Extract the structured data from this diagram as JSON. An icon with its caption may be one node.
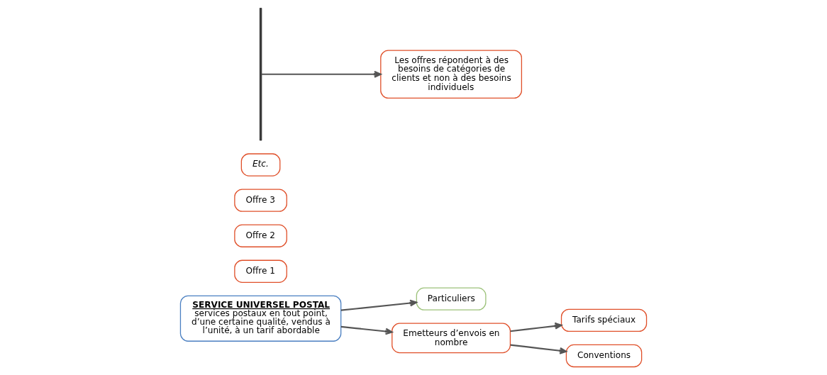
{
  "diagram": {
    "nodes": [
      {
        "text": [
          "SERVICE UNIVERSEL POSTAL",
          "services postaux en tout point, d’une certaine qualité, vendus à l’unité, à un tarif abordable"
        ]
      },
      {
        "text": [
          "Particuliers"
        ]
      },
      {
        "text": [
          "Emetteurs d’envois en nombre"
        ]
      },
      {
        "text": [
          "Tarifs spéciaux"
        ]
      },
      {
        "text": [
          "Conventions"
        ]
      },
      {
        "text": [
          "Offre 1"
        ]
      },
      {
        "text": [
          "Offre 2"
        ]
      },
      {
        "text": [
          "Offre 3"
        ]
      },
      {
        "text": [
          "Etc."
        ]
      },
      {
        "text": [],
        "shape": "bar"
      },
      {
        "text": [
          "Les offres répondent à des besoins de catégories de clients et non à des besoins individuels"
        ]
      }
    ],
    "edges": [
      {
        "from": 0,
        "to": 1,
        "arrow": "to"
      },
      {
        "from": 0,
        "to": 2,
        "arrow": "to"
      },
      {
        "from": 2,
        "to": 3,
        "arrow": "to"
      },
      {
        "from": 2,
        "to": 4,
        "arrow": "to"
      },
      {
        "from": 9,
        "to": 10,
        "arrow": "to"
      }
    ]
  }
}
